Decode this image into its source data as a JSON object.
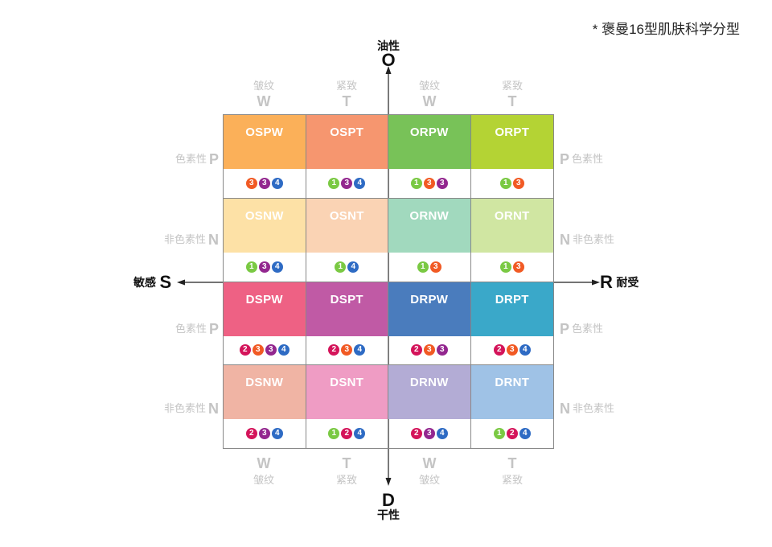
{
  "note": "* 褒曼16型肌肤科学分型",
  "axes": {
    "top": {
      "letter": "O",
      "word": "油性"
    },
    "bottom": {
      "letter": "D",
      "word": "干性"
    },
    "left": {
      "letter": "S",
      "word": "敏感"
    },
    "right": {
      "letter": "R",
      "word": "耐受"
    }
  },
  "columns": [
    {
      "letter": "W",
      "word": "皱纹"
    },
    {
      "letter": "T",
      "word": "紧致"
    },
    {
      "letter": "W",
      "word": "皱纹"
    },
    {
      "letter": "T",
      "word": "紧致"
    }
  ],
  "rows": [
    {
      "letter": "P",
      "word": "色素性"
    },
    {
      "letter": "N",
      "word": "非色素性"
    },
    {
      "letter": "P",
      "word": "色素性"
    },
    {
      "letter": "N",
      "word": "非色素性"
    }
  ],
  "dot_colors": {
    "1": "#7ac943",
    "2": "#d4145a",
    "3": "#f15a24",
    "3p": "#93278f",
    "4": "#2e6bc4"
  },
  "types": [
    {
      "code": "OSPW",
      "color": "#fbb059",
      "dots": [
        "3",
        "3p",
        "4"
      ]
    },
    {
      "code": "OSPT",
      "color": "#f6966f",
      "dots": [
        "1",
        "3p",
        "4"
      ]
    },
    {
      "code": "ORPW",
      "color": "#78c258",
      "dots": [
        "1",
        "3",
        "3p"
      ]
    },
    {
      "code": "ORPT",
      "color": "#b4d334",
      "dots": [
        "1",
        "3"
      ]
    },
    {
      "code": "OSNW",
      "color": "#fde1a6",
      "dots": [
        "1",
        "3p",
        "4"
      ]
    },
    {
      "code": "OSNT",
      "color": "#fad3b4",
      "dots": [
        "1",
        "4"
      ]
    },
    {
      "code": "ORNW",
      "color": "#a1d9be",
      "dots": [
        "1",
        "3"
      ]
    },
    {
      "code": "ORNT",
      "color": "#d0e6a2",
      "dots": [
        "1",
        "3"
      ]
    },
    {
      "code": "DSPW",
      "color": "#ee6184",
      "dots": [
        "2",
        "3",
        "3p",
        "4"
      ]
    },
    {
      "code": "DSPT",
      "color": "#c05aa5",
      "dots": [
        "2",
        "3",
        "4"
      ]
    },
    {
      "code": "DRPW",
      "color": "#4a7cbd",
      "dots": [
        "2",
        "3",
        "3p"
      ]
    },
    {
      "code": "DRPT",
      "color": "#3aa8c9",
      "dots": [
        "2",
        "3",
        "4"
      ]
    },
    {
      "code": "DSNW",
      "color": "#f0b4a4",
      "dots": [
        "2",
        "3p",
        "4"
      ]
    },
    {
      "code": "DSNT",
      "color": "#ef9cc4",
      "dots": [
        "1",
        "2",
        "4"
      ]
    },
    {
      "code": "DRNW",
      "color": "#b3acd5",
      "dots": [
        "2",
        "3p",
        "4"
      ]
    },
    {
      "code": "DRNT",
      "color": "#9fc2e6",
      "dots": [
        "1",
        "2",
        "4"
      ]
    }
  ]
}
